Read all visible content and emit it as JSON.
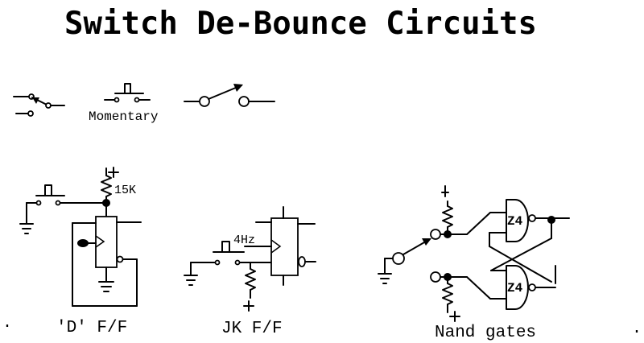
{
  "title": "Switch De-Bounce Circuits",
  "symbols": {
    "momentary_label": "Momentary"
  },
  "labels": {
    "resistor_value": "15K",
    "clock_freq": "4Hz",
    "plus_sign": "+",
    "gate_label": "Z4",
    "d_ff_caption": "'D' F/F",
    "jk_ff_caption": "JK F/F",
    "nand_caption": "Nand gates",
    "bullet": "."
  }
}
